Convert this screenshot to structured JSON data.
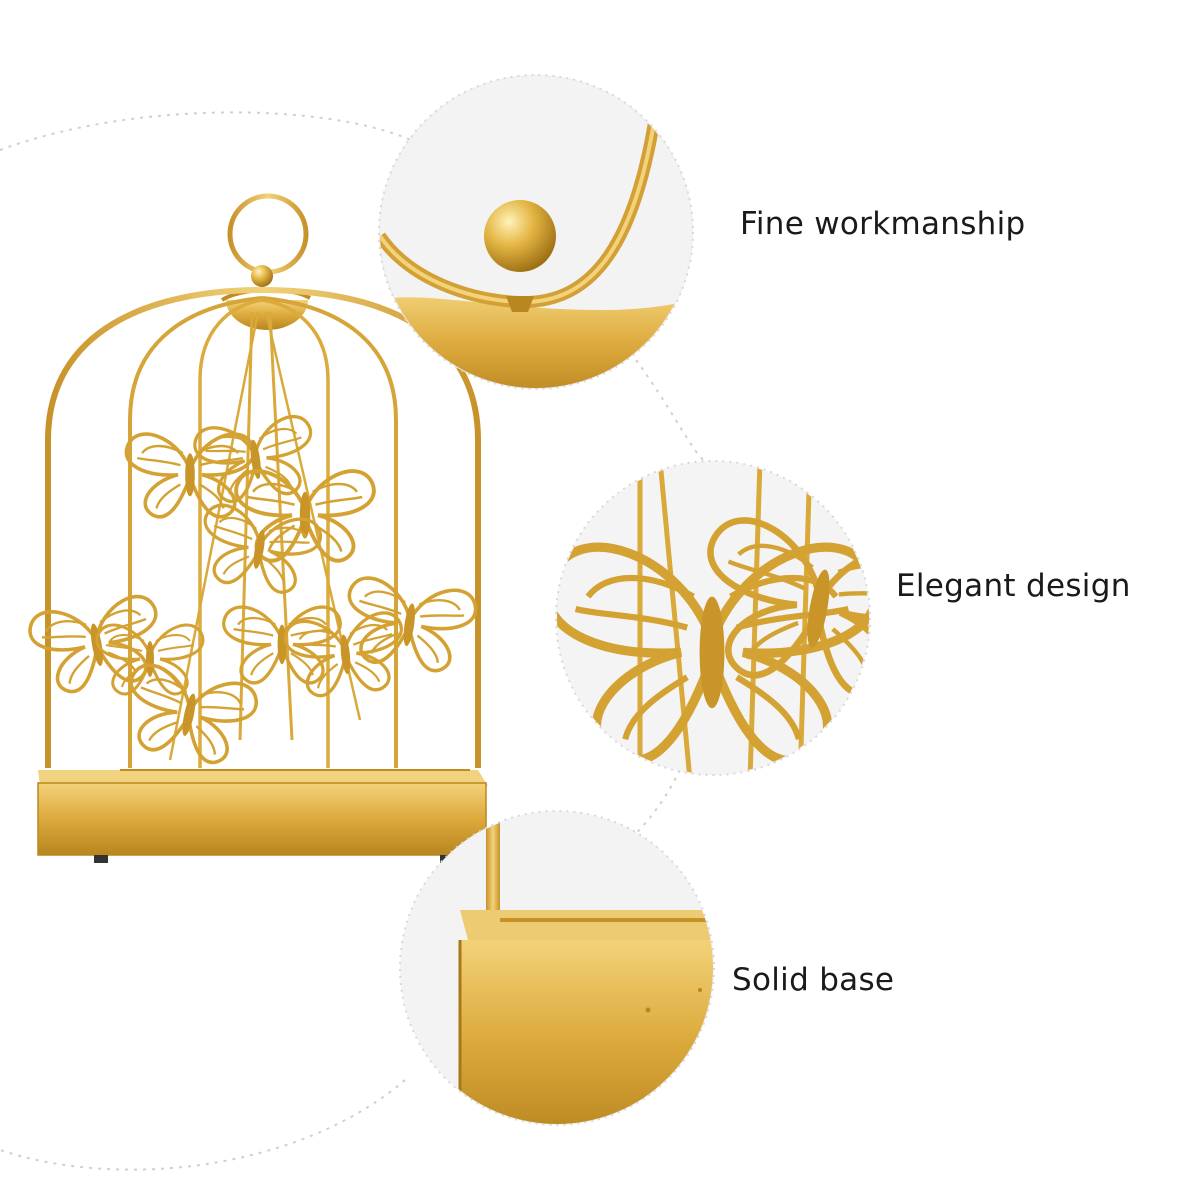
{
  "features": [
    {
      "label": "Fine workmanship",
      "icon": "ball-finial-closeup-icon"
    },
    {
      "label": "Elegant design",
      "icon": "butterfly-closeup-icon"
    },
    {
      "label": "Solid base",
      "icon": "base-corner-closeup-icon"
    }
  ],
  "colors": {
    "gold": "#d9a93a",
    "gold_light": "#f0cf6e",
    "gold_dark": "#a87818",
    "dotted_line": "#cfcfcf"
  }
}
